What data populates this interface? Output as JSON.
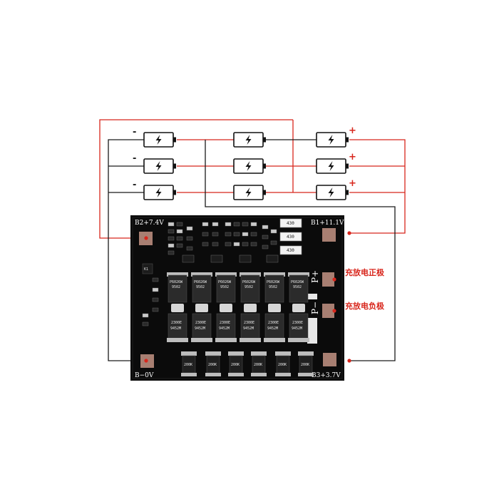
{
  "colors": {
    "red": "#d8261c",
    "black": "#1a1a1a",
    "pcb": "#0b0b0b",
    "pad": "#a87f72",
    "bolt": "#111111"
  },
  "icons": {
    "battery": "battery-icon",
    "bolt": "lightning-bolt-icon"
  },
  "signs": {
    "plus": "+",
    "minus": "-"
  },
  "pcb": {
    "b2_label": "B2+7.4V",
    "b1_label": "B1+11.1V",
    "b0_label": "B−0V",
    "b3_label": "B3+3.7V",
    "p_plus": "P+",
    "p_minus": "P−",
    "resistor_value": "430",
    "mosfet_top_lines": [
      "P6026W",
      "9502"
    ],
    "mosfet_bottom_lines": [
      "2300E",
      "9452M"
    ],
    "cap_label": "200K",
    "k1_label": "K1"
  },
  "annotations": {
    "charge_positive": "充放电正极",
    "charge_negative": "充放电负极"
  }
}
